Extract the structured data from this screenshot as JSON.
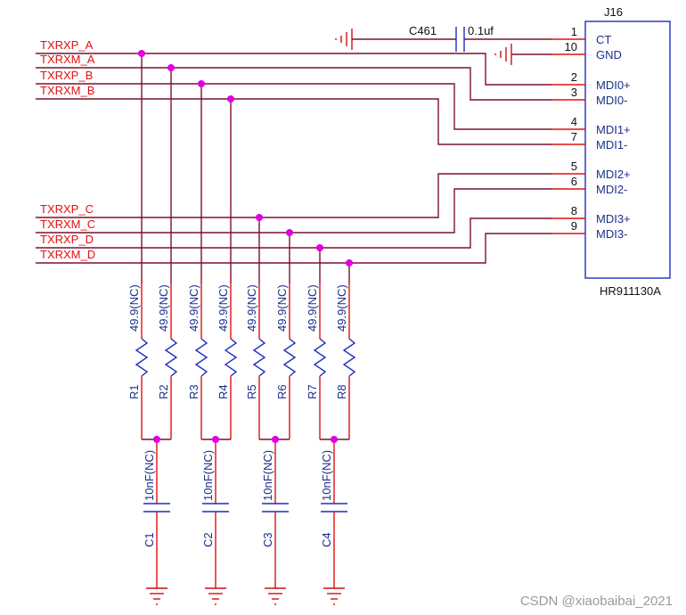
{
  "connector": {
    "refdes": "J16",
    "part": "HR911130A",
    "pins": [
      {
        "num": "1",
        "name": "CT"
      },
      {
        "num": "10",
        "name": "GND"
      },
      {
        "num": "2",
        "name": "MDI0+"
      },
      {
        "num": "3",
        "name": "MDI0-"
      },
      {
        "num": "4",
        "name": "MDI1+"
      },
      {
        "num": "7",
        "name": "MDI1-"
      },
      {
        "num": "5",
        "name": "MDI2+"
      },
      {
        "num": "6",
        "name": "MDI2-"
      },
      {
        "num": "8",
        "name": "MDI3+"
      },
      {
        "num": "9",
        "name": "MDI3-"
      }
    ]
  },
  "ct_cap": {
    "refdes": "C461",
    "value": "0.1uf"
  },
  "nets": [
    "TXRXP_A",
    "TXRXM_A",
    "TXRXP_B",
    "TXRXM_B",
    "TXRXP_C",
    "TXRXM_C",
    "TXRXP_D",
    "TXRXM_D"
  ],
  "resistors": [
    {
      "refdes": "R1",
      "value": "49.9(NC)"
    },
    {
      "refdes": "R2",
      "value": "49.9(NC)"
    },
    {
      "refdes": "R3",
      "value": "49.9(NC)"
    },
    {
      "refdes": "R4",
      "value": "49.9(NC)"
    },
    {
      "refdes": "R5",
      "value": "49.9(NC)"
    },
    {
      "refdes": "R6",
      "value": "49.9(NC)"
    },
    {
      "refdes": "R7",
      "value": "49.9(NC)"
    },
    {
      "refdes": "R8",
      "value": "49.9(NC)"
    }
  ],
  "capacitors": [
    {
      "refdes": "C1",
      "value": "10nF(NC)"
    },
    {
      "refdes": "C2",
      "value": "10nF(NC)"
    },
    {
      "refdes": "C3",
      "value": "10nF(NC)"
    },
    {
      "refdes": "C4",
      "value": "10nF(NC)"
    }
  ],
  "watermark": "CSDN @xiaobaibai_2021"
}
